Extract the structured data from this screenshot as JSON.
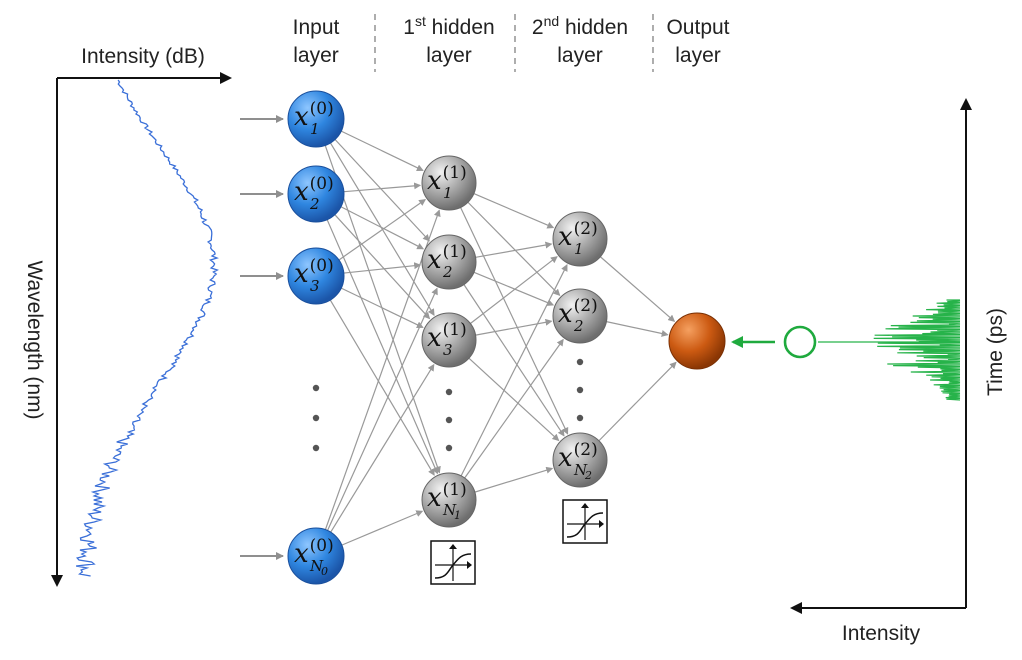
{
  "headers": {
    "input": [
      "Input",
      "layer"
    ],
    "hidden1": {
      "ord": "1",
      "sup": "st",
      "rest": " hidden",
      "line2": "layer"
    },
    "hidden2": {
      "ord": "2",
      "sup": "nd",
      "rest": " hidden",
      "line2": "layer"
    },
    "output": [
      "Output",
      "layer"
    ]
  },
  "left_plot": {
    "x_label": "Intensity (dB)",
    "y_label": "Wavelength (nm)",
    "line_color": "#3a6fd8"
  },
  "right_plot": {
    "x_label": "Intensity",
    "y_label": "Time (ps)",
    "line_color": "#27b34a"
  },
  "network": {
    "var": "x",
    "input_nodes": [
      {
        "sup": "(0)",
        "sub": "1"
      },
      {
        "sup": "(0)",
        "sub": "2"
      },
      {
        "sup": "(0)",
        "sub": "3"
      },
      {
        "sup": "(0)",
        "sub": "N",
        "subsub": "0"
      }
    ],
    "hidden1_nodes": [
      {
        "sup": "(1)",
        "sub": "1"
      },
      {
        "sup": "(1)",
        "sub": "2"
      },
      {
        "sup": "(1)",
        "sub": "3"
      },
      {
        "sup": "(1)",
        "sub": "N",
        "subsub": "1"
      }
    ],
    "hidden2_nodes": [
      {
        "sup": "(2)",
        "sub": "1"
      },
      {
        "sup": "(2)",
        "sub": "2"
      },
      {
        "sup": "(2)",
        "sub": "N",
        "subsub": "2"
      }
    ],
    "colors": {
      "input": "#2f86e0",
      "hidden": "#9e9e9e",
      "output": "#cc5a12",
      "edge": "#999999",
      "arrow_in": "#8f8f8f",
      "output_arrow": "#1faa3e"
    },
    "icons": {
      "activation": "activation-function-icon"
    }
  }
}
